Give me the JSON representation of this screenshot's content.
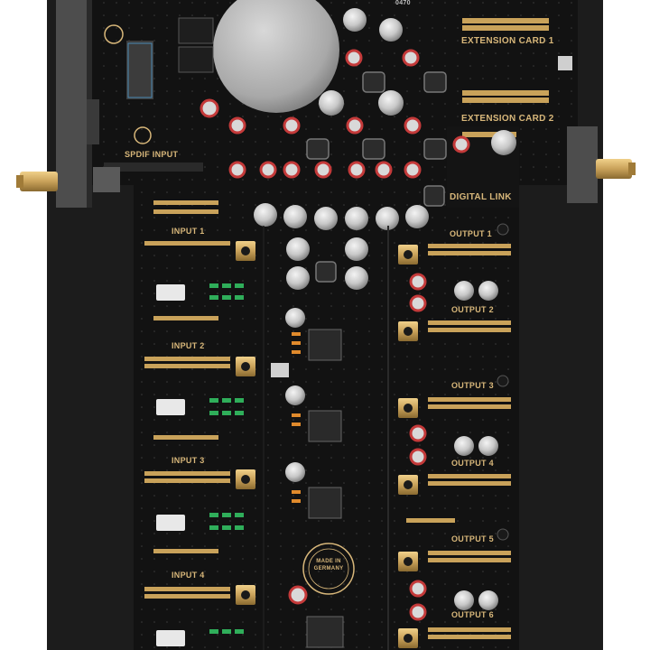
{
  "photo": {
    "subject": "",
    "colors": {
      "background": "#ffffff",
      "chassis": "#1c1c1c",
      "pcb": "#121212",
      "silkscreen": "#d8b77a",
      "gold": "#c9a25a",
      "capacitor": "#c8c8c8",
      "capacitor_band": "#d63b3b"
    }
  },
  "board_labels": {
    "extension_card_1": "EXTENSION CARD 1",
    "extension_card_2": "EXTENSION CARD 2",
    "spdif_input": "SPDIF INPUT",
    "digital_link": "DIGITAL LINK",
    "input_1": "INPUT 1",
    "input_2": "INPUT 2",
    "input_3": "INPUT 3",
    "input_4": "INPUT 4",
    "output_1": "OUTPUT 1",
    "output_2": "OUTPUT 2",
    "output_3": "OUTPUT 3",
    "output_4": "OUTPUT 4",
    "output_5": "OUTPUT 5",
    "output_6": "OUTPUT 6",
    "made_in_germany": "MADE IN GERMANY",
    "part_number": "0470"
  }
}
